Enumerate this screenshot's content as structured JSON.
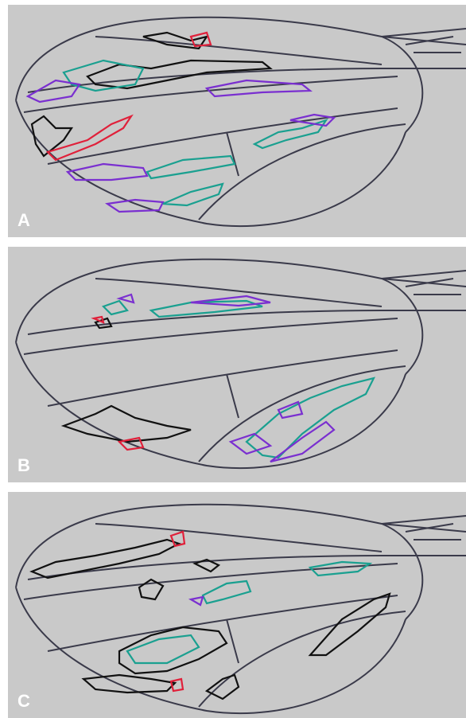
{
  "panels": [
    {
      "label": "A"
    },
    {
      "label": "B"
    },
    {
      "label": "C"
    }
  ],
  "colors": {
    "background": "#c9c9c9",
    "wing_outline": "#3a3a4a",
    "clone_black": "#111111",
    "clone_red": "#e0203a",
    "clone_teal": "#1aa090",
    "clone_purple": "#7a2fd0",
    "label": "#ffffff"
  },
  "icons": [
    "wing-outline-icon"
  ]
}
